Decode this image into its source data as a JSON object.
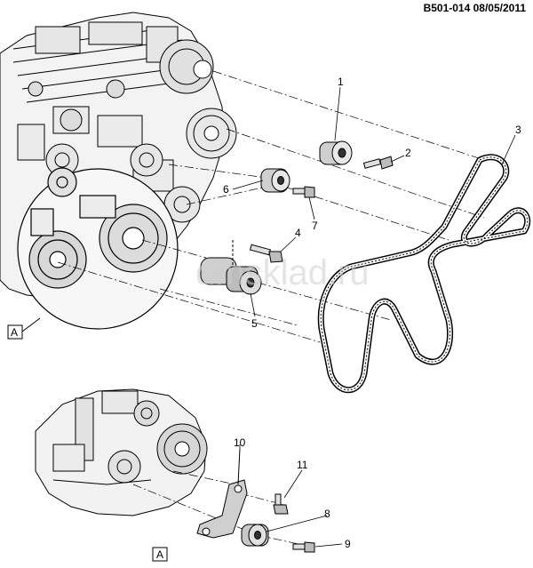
{
  "header": {
    "reference": "B501-014  08/05/2011"
  },
  "watermark": "dmsklad.ru",
  "callouts": [
    "1",
    "2",
    "3",
    "4",
    "5",
    "6",
    "7",
    "8",
    "9",
    "10",
    "11"
  ],
  "view_markers": [
    "A",
    "A"
  ],
  "icons": {
    "engine_upper": "engine-front-drawing",
    "engine_lower": "engine-lower-drawing",
    "belt": "serpentine-belt"
  }
}
